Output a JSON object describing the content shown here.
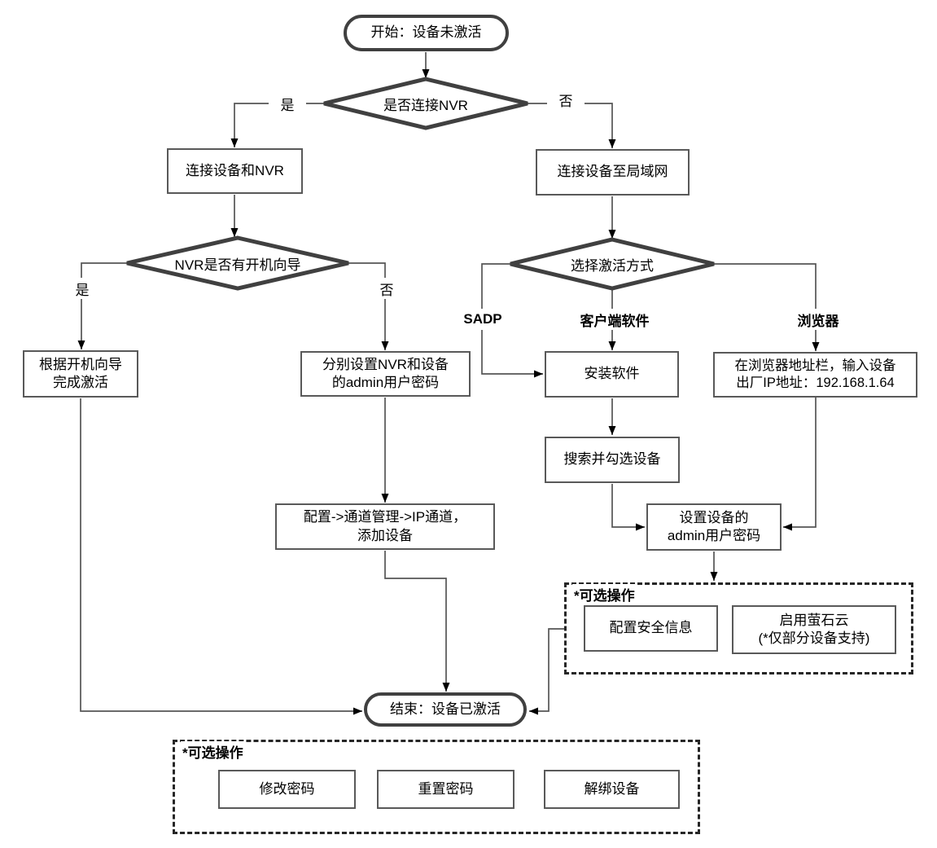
{
  "nodes": {
    "start": "开始：设备未激活",
    "decision_connect_nvr": "是否连接NVR",
    "connect_device_and_nvr": "连接设备和NVR",
    "connect_device_to_lan": "连接设备至局域网",
    "decision_nvr_wizard": "NVR是否有开机向导",
    "decision_activation_method": "选择激活方式",
    "activate_via_wizard": "根据开机向导\n完成激活",
    "set_admin_passwords_nvr_device": "分别设置NVR和设备\n的admin用户密码",
    "install_software": "安装软件",
    "browser_enter_ip": "在浏览器地址栏，输入设备\n出厂IP地址：192.168.1.64",
    "search_check_device": "搜索并勾选设备",
    "config_ip_channel": "配置->通道管理->IP通道，\n添加设备",
    "set_device_admin_password": "设置设备的\nadmin用户密码",
    "end": "结束：设备已激活"
  },
  "branches": {
    "connect_nvr_yes": "是",
    "connect_nvr_no": "否",
    "wizard_yes": "是",
    "wizard_no": "否",
    "method_sadp": "SADP",
    "method_client": "客户端软件",
    "method_browser": "浏览器"
  },
  "optional_groups": {
    "after_activation": {
      "title": "*可选操作",
      "items": [
        "配置安全信息",
        "启用萤石云\n(*仅部分设备支持)"
      ]
    },
    "post_end": {
      "title": "*可选操作",
      "items": [
        "修改密码",
        "重置密码",
        "解绑设备"
      ]
    }
  },
  "device_default_ip": "192.168.1.64",
  "colors": {
    "background": "#ffffff",
    "process_border": "#595959",
    "thick_border": "#404040",
    "connector_line": "#555555",
    "arrowhead": "#000000",
    "text": "#000000"
  }
}
